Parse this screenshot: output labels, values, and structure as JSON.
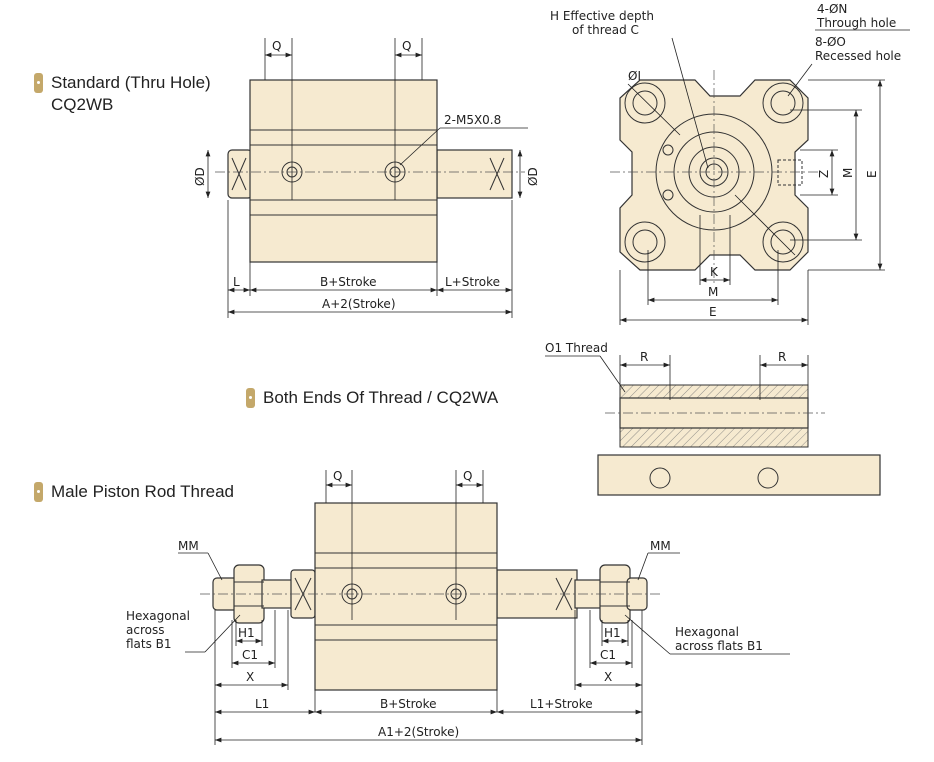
{
  "sections": {
    "standard_line1": "Standard (Thru Hole)",
    "standard_line2": "CQ2WB",
    "both_ends": "Both Ends Of Thread / CQ2WA",
    "male_rod": "Male Piston Rod Thread"
  },
  "labels": {
    "q": "Q",
    "od": "ØD",
    "m5": "2-M5X0.8",
    "l": "L",
    "b_stroke": "B+Stroke",
    "l_stroke": "L+Stroke",
    "a_stroke": "A+2(Stroke)",
    "h_depth_1": "H Effective depth",
    "h_depth_2": "of thread C",
    "n_hole_1": "4-ØN",
    "n_hole_2": "Through hole",
    "o_hole_1": "8-ØO",
    "o_hole_2": "Recessed hole",
    "oi": "ØI",
    "z": "Z",
    "m": "M",
    "e": "E",
    "k": "K",
    "o1_thread": "O1 Thread",
    "r": "R",
    "mm": "MM",
    "hex_left_1": "Hexagonal",
    "hex_left_2": "across",
    "hex_left_3": "flats B1",
    "hex_right_1": "Hexagonal",
    "hex_right_2": "across flats B1",
    "h1": "H1",
    "c1": "C1",
    "x": "X",
    "l1": "L1",
    "l1_stroke": "L1+Stroke",
    "a1_stroke": "A1+2(Stroke)"
  },
  "colors": {
    "body": "#f6ead0",
    "badge": "#c4a86a"
  }
}
